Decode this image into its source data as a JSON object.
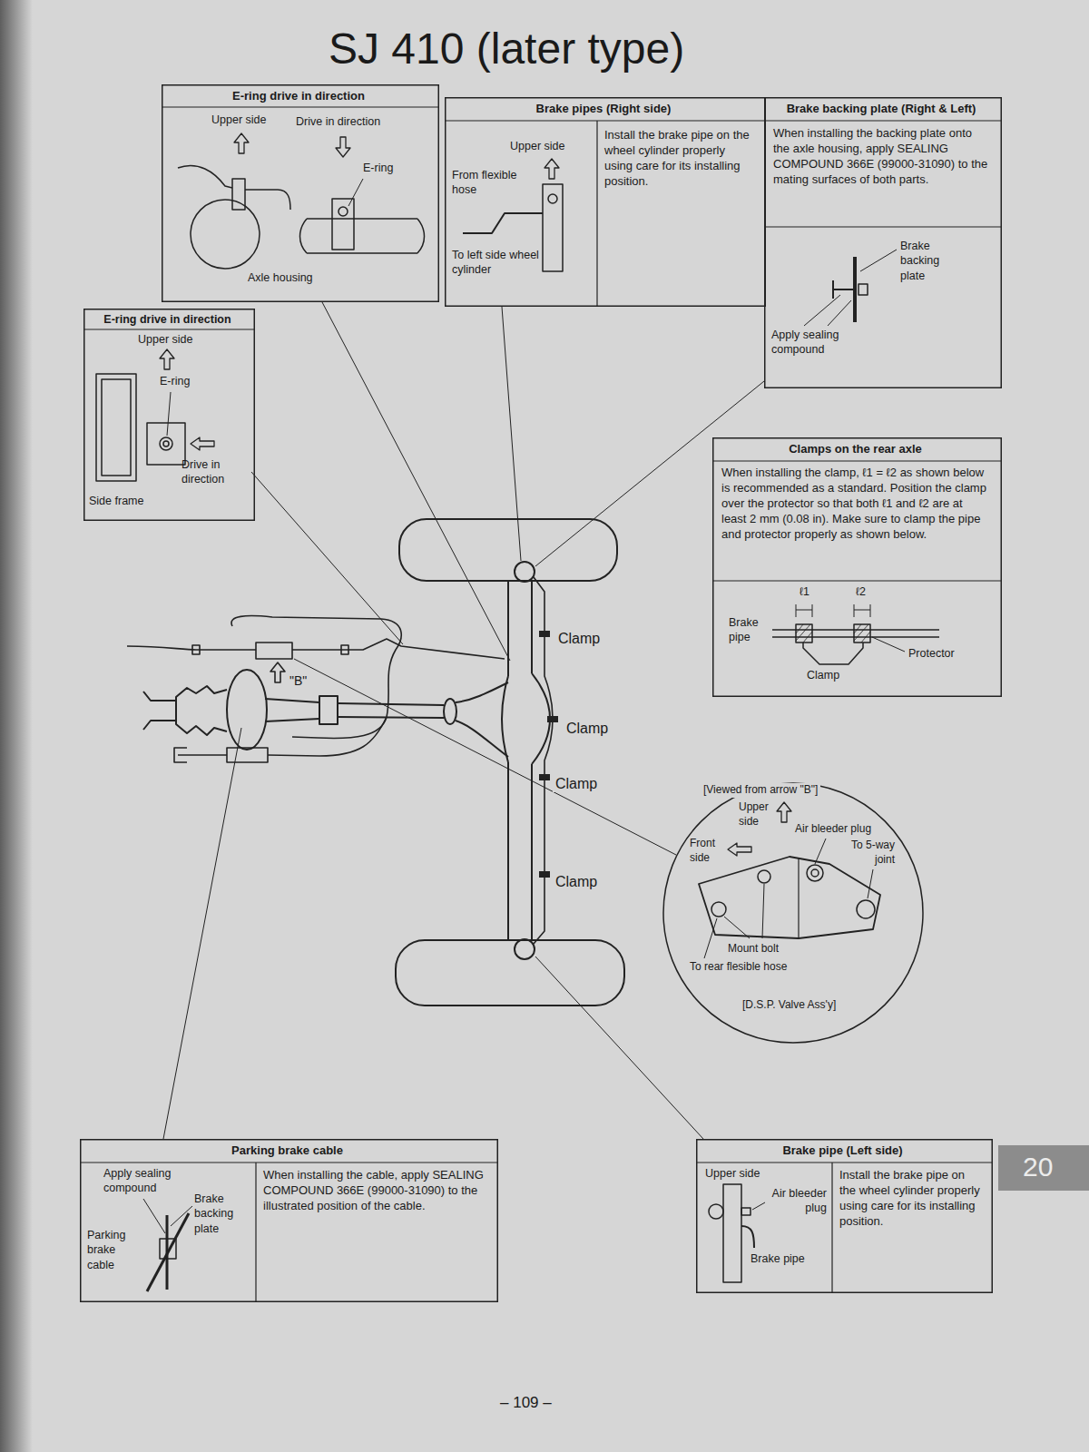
{
  "diagram": {
    "title": "SJ 410 (later type)",
    "nodes": [
      {
        "text": [
          "E-ring drive in direction",
          "Upper side",
          "Drive in direction",
          "E-ring",
          "Axle housing"
        ]
      },
      {
        "text": [
          "Brake pipes (Right side)",
          "Upper side",
          "From flexible hose",
          "To left side wheel cylinder",
          "Install the brake pipe on the wheel cylinder properly using care for its installing position."
        ]
      },
      {
        "text": [
          "Brake backing plate (Right & Left)",
          "When installing the backing plate onto the axle housing, apply SEALING COMPOUND 366E (99000-31090) to the mating surfaces of both parts.",
          "Brake backing plate",
          "Apply sealing compound"
        ]
      },
      {
        "text": [
          "E-ring drive in direction",
          "Upper side",
          "E-ring",
          "Drive in direction",
          "Side frame"
        ]
      },
      {
        "text": [
          "Clamps on the rear axle",
          "When installing the clamp, ℓ1 = ℓ2 as shown below is recommended as a standard. Position the clamp over the protector so that both ℓ1 and ℓ2 are at least 2 mm (0.08 in). Make sure to clamp the pipe and protector properly as shown below.",
          "ℓ1",
          "ℓ2",
          "Brake pipe",
          "Clamp",
          "Protector"
        ]
      },
      {
        "text": [
          "[Viewed from arrow \"B\"]",
          "Upper side",
          "Front side",
          "Air bleeder plug",
          "To 5-way joint",
          "Mount bolt",
          "To rear flesible hose",
          "[D.S.P. Valve Ass'y]"
        ]
      },
      {
        "text": [
          "Parking brake cable",
          "Apply sealing compound",
          "Brake backing plate",
          "Parking brake cable",
          "When installing the cable, apply SEALING COMPOUND 366E (99000-31090) to the illustrated position of the cable."
        ]
      },
      {
        "text": [
          "Brake pipe (Left side)",
          "Upper side",
          "Air bleeder plug",
          "Brake pipe",
          "Install the brake pipe on the wheel cylinder properly using care for its installing position."
        ]
      }
    ],
    "labels": [
      "Clamp",
      "Clamp",
      "Clamp",
      "Clamp",
      "\"B\"",
      "– 109 –",
      "20"
    ]
  }
}
